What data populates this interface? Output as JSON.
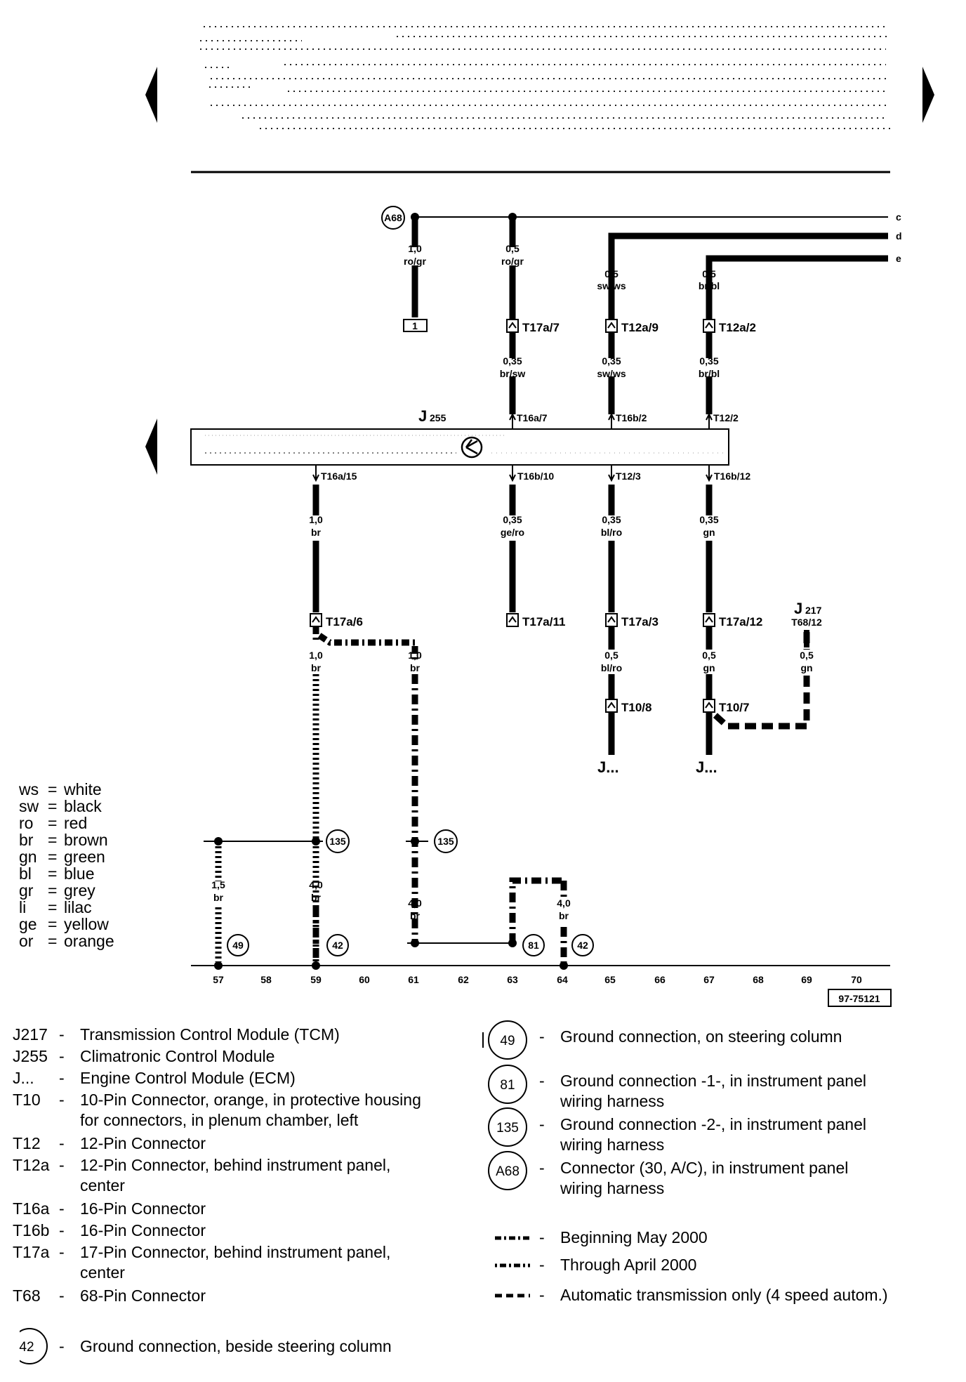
{
  "header": {
    "nav_prev": "previous page",
    "nav_next": "next page"
  },
  "terminals": [
    "c",
    "d",
    "e"
  ],
  "splice_a68": "A68",
  "box_1": "1",
  "module": {
    "letter": "J",
    "number": "255"
  },
  "upper_wires": [
    {
      "size": "1,0",
      "color": "ro/gr"
    },
    {
      "size": "0,5",
      "color": "ro/gr"
    },
    {
      "size": "0,5",
      "color": "sw/ws"
    },
    {
      "size": "0,5",
      "color": "br/bl"
    }
  ],
  "upper_connectors": [
    "T17a/7",
    "T12a/9",
    "T12a/2"
  ],
  "mid_wires": [
    {
      "size": "0,35",
      "color": "br/sw"
    },
    {
      "size": "0,35",
      "color": "sw/ws"
    },
    {
      "size": "0,35",
      "color": "br/bl"
    }
  ],
  "module_top_pins": [
    "T16a/7",
    "T16b/2",
    "T12/2"
  ],
  "module_bottom_pins": [
    "T16a/15",
    "T16b/10",
    "T12/3",
    "T16b/12"
  ],
  "lower_wires": [
    {
      "size": "1,0",
      "color": "br"
    },
    {
      "size": "0,35",
      "color": "ge/ro"
    },
    {
      "size": "0,35",
      "color": "bl/ro"
    },
    {
      "size": "0,35",
      "color": "gn"
    }
  ],
  "lower_connectors": [
    "T17a/6",
    "T17a/11",
    "T17a/3",
    "T17a/12"
  ],
  "j217": {
    "letter": "J",
    "number": "217",
    "pin": "T68/12"
  },
  "bottom_wires": [
    {
      "size": "1,0",
      "color": "br"
    },
    {
      "size": "1,0",
      "color": "br"
    },
    {
      "size": "0,5",
      "color": "bl/ro"
    },
    {
      "size": "0,5",
      "color": "gn"
    },
    {
      "size": "0,5",
      "color": "gn"
    }
  ],
  "t10_connectors": [
    "T10/8",
    "T10/7"
  ],
  "j_dots": [
    "J...",
    "J..."
  ],
  "ground_wires": [
    {
      "size": "1,5",
      "color": "br"
    },
    {
      "size": "4,0",
      "color": "br"
    },
    {
      "size": "4,0",
      "color": "br"
    },
    {
      "size": "4,0",
      "color": "br"
    }
  ],
  "ground_labels": [
    "135",
    "135",
    "49",
    "42",
    "81",
    "42"
  ],
  "axis_numbers": [
    "57",
    "58",
    "59",
    "60",
    "61",
    "62",
    "63",
    "64",
    "65",
    "66",
    "67",
    "68",
    "69",
    "70"
  ],
  "figure_id": "97-75121",
  "color_codes": [
    {
      "code": "ws",
      "name": "white"
    },
    {
      "code": "sw",
      "name": "black"
    },
    {
      "code": "ro",
      "name": "red"
    },
    {
      "code": "br",
      "name": "brown"
    },
    {
      "code": "gn",
      "name": "green"
    },
    {
      "code": "bl",
      "name": "blue"
    },
    {
      "code": "gr",
      "name": "grey"
    },
    {
      "code": "li",
      "name": "lilac"
    },
    {
      "code": "ge",
      "name": "yellow"
    },
    {
      "code": "or",
      "name": "orange"
    }
  ],
  "legend_left": [
    {
      "code": "J217",
      "dash": "-",
      "lines": [
        "Transmission Control Module (TCM)"
      ]
    },
    {
      "code": "J255",
      "dash": "-",
      "lines": [
        "Climatronic Control Module"
      ]
    },
    {
      "code": "J...",
      "dash": "-",
      "lines": [
        "Engine Control Module (ECM)"
      ]
    },
    {
      "code": "T10",
      "dash": "-",
      "lines": [
        "10-Pin Connector, orange, in protective housing",
        "for connectors, in plenum chamber, left"
      ]
    },
    {
      "code": "T12",
      "dash": "-",
      "lines": [
        "12-Pin Connector"
      ]
    },
    {
      "code": "T12a",
      "dash": "-",
      "lines": [
        "12-Pin Connector, behind instrument panel,",
        "center"
      ]
    },
    {
      "code": "T16a",
      "dash": "-",
      "lines": [
        "16-Pin Connector"
      ]
    },
    {
      "code": "T16b",
      "dash": "-",
      "lines": [
        "16-Pin Connector"
      ]
    },
    {
      "code": "T17a",
      "dash": "-",
      "lines": [
        "17-Pin Connector, behind instrument panel,",
        "center"
      ]
    },
    {
      "code": "T68",
      "dash": "-",
      "lines": [
        "68-Pin Connector"
      ]
    }
  ],
  "legend_ground_42": {
    "code": "42",
    "dash": "-",
    "text": "Ground connection, beside steering column"
  },
  "legend_right": [
    {
      "code": "49",
      "dash": "-",
      "lines": [
        "Ground connection, on steering column"
      ]
    },
    {
      "code": "81",
      "dash": "-",
      "lines": [
        "Ground connection -1-, in instrument panel",
        "wiring harness"
      ]
    },
    {
      "code": "135",
      "dash": "-",
      "lines": [
        "Ground connection -2-, in instrument panel",
        "wiring harness"
      ]
    },
    {
      "code": "A68",
      "dash": "-",
      "lines": [
        "Connector (30, A/C), in instrument panel",
        "wiring harness"
      ]
    }
  ],
  "line_styles": [
    {
      "dash": "-",
      "text": "Beginning May 2000"
    },
    {
      "dash": "-",
      "text": "Through April 2000"
    },
    {
      "dash": "-",
      "text": "Automatic transmission only (4 speed autom.)"
    }
  ]
}
